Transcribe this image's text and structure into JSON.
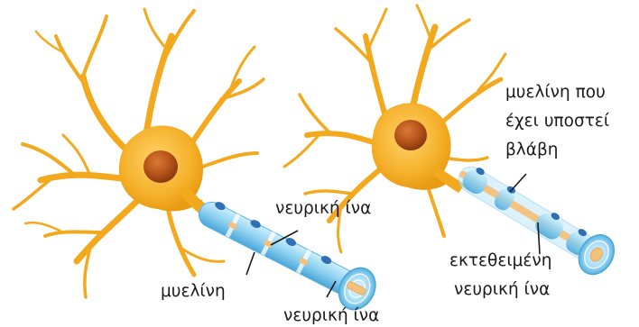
{
  "labels": {
    "nerve_fiber_top": "νευρική ίνα",
    "myelin": "μυελίνη",
    "nerve_fiber_bottom": "νευρική ίνα",
    "damaged_myelin_line1": "μυελίνη που",
    "damaged_myelin_line2": "έχει υποστεί",
    "damaged_myelin_line3": "βλάβη",
    "exposed_fiber_line1": "εκτεθειμένη",
    "exposed_fiber_line2": "νευρική ίνα"
  },
  "colors": {
    "cell_body": "#f2a91e",
    "cell_body_light": "#ffc84a",
    "nucleus": "#b8571a",
    "nucleus_dark": "#7a3210",
    "myelin": "#7cc8ee",
    "myelin_light": "#c9ecfb",
    "myelin_dark": "#3f9bd0",
    "schwann_nucleus": "#2f6fb3",
    "axon": "#f5c07a",
    "text": "#1a1a1a"
  }
}
